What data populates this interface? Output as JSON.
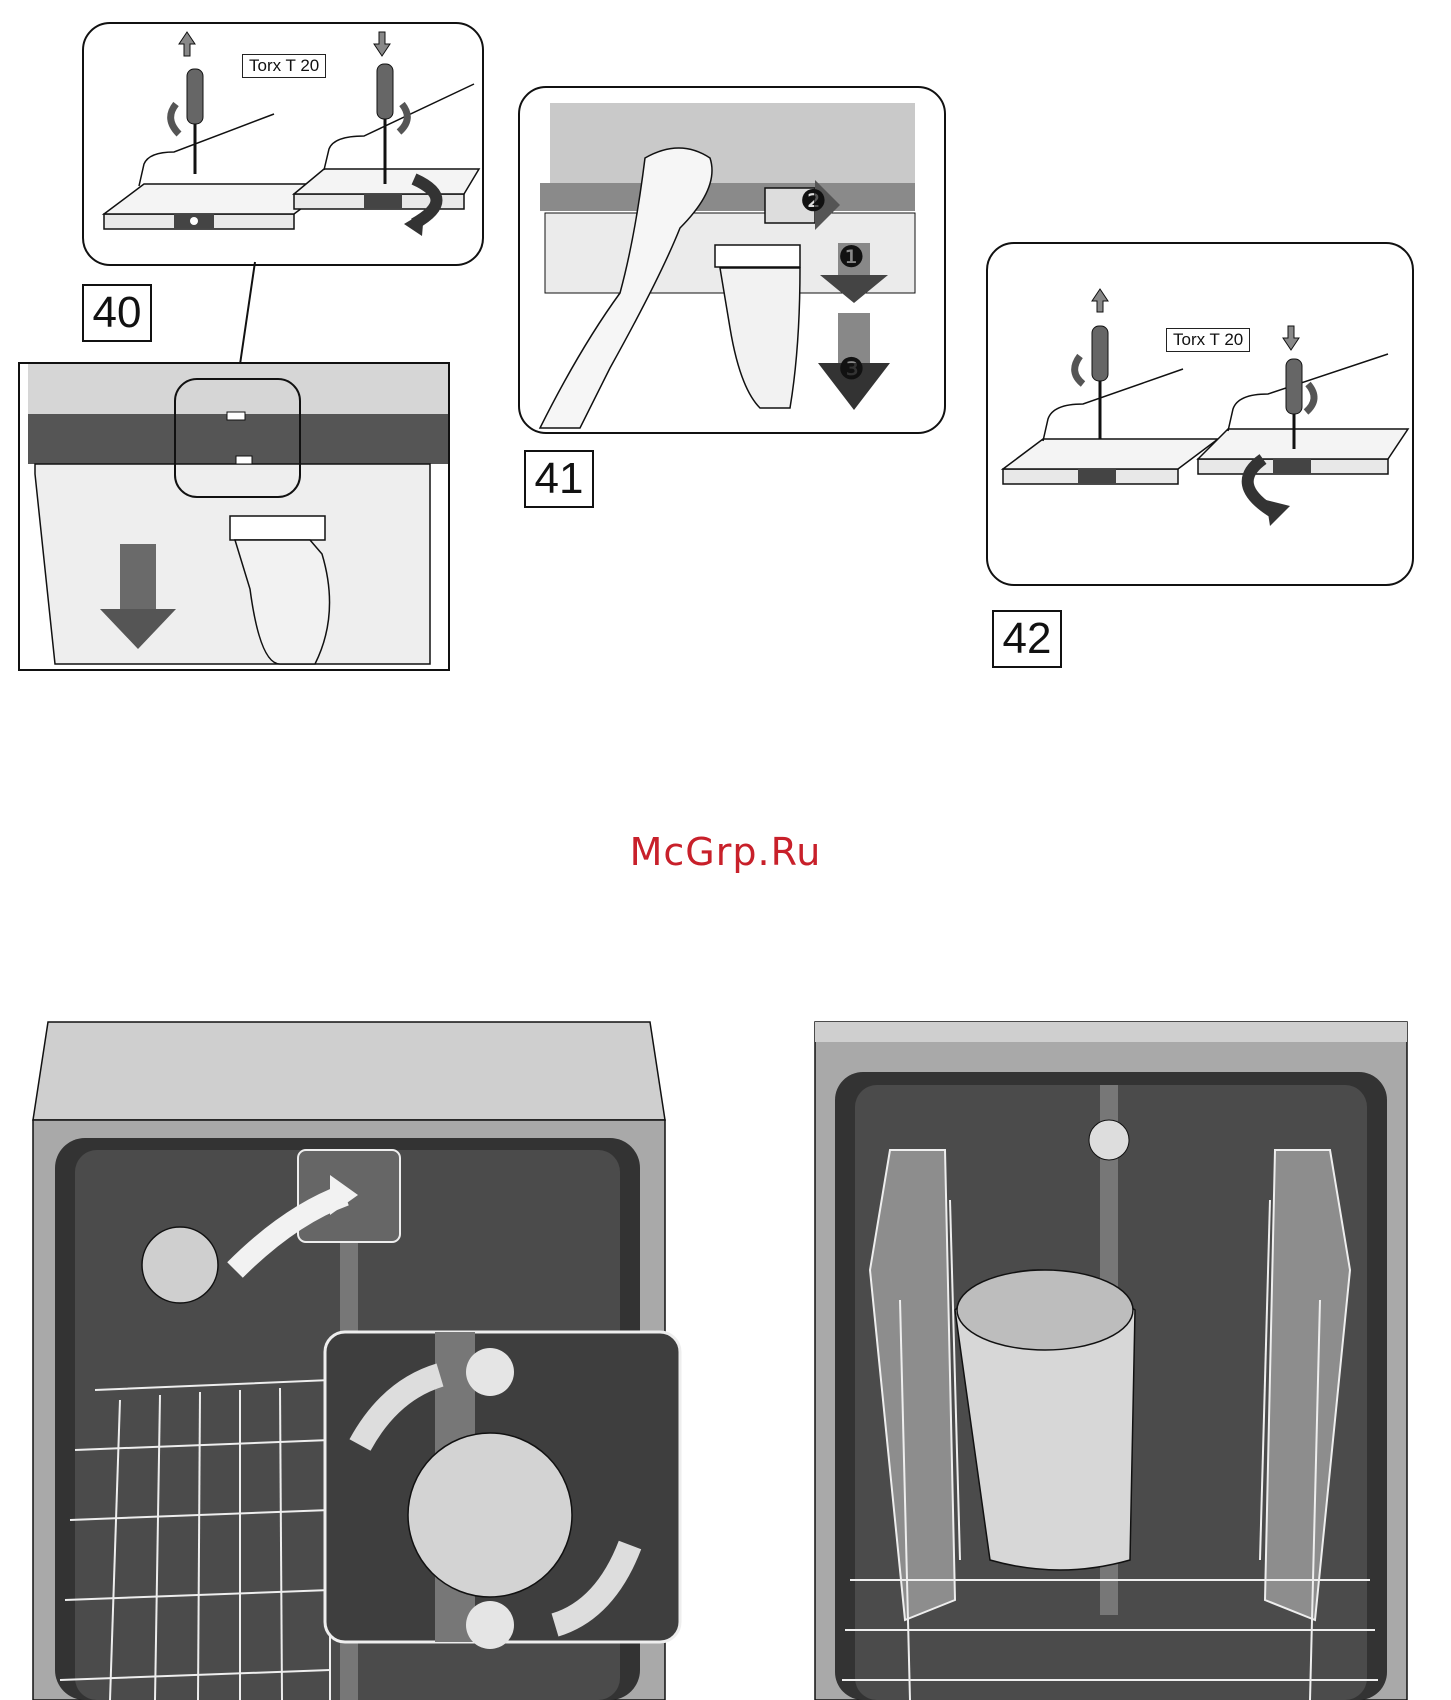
{
  "figures": [
    {
      "number": "40",
      "tool_label": "Torx T 20"
    },
    {
      "number": "41",
      "step_markers": [
        "❶",
        "❷",
        "❸"
      ]
    },
    {
      "number": "42",
      "tool_label": "Torx T 20"
    }
  ],
  "watermark": {
    "text": "McGrp.Ru",
    "color": "#c8202a"
  },
  "colors": {
    "line": "#111111",
    "dark_gray": "#555555",
    "mid_gray": "#9a9a9a",
    "light_gray": "#d8d8d8"
  }
}
